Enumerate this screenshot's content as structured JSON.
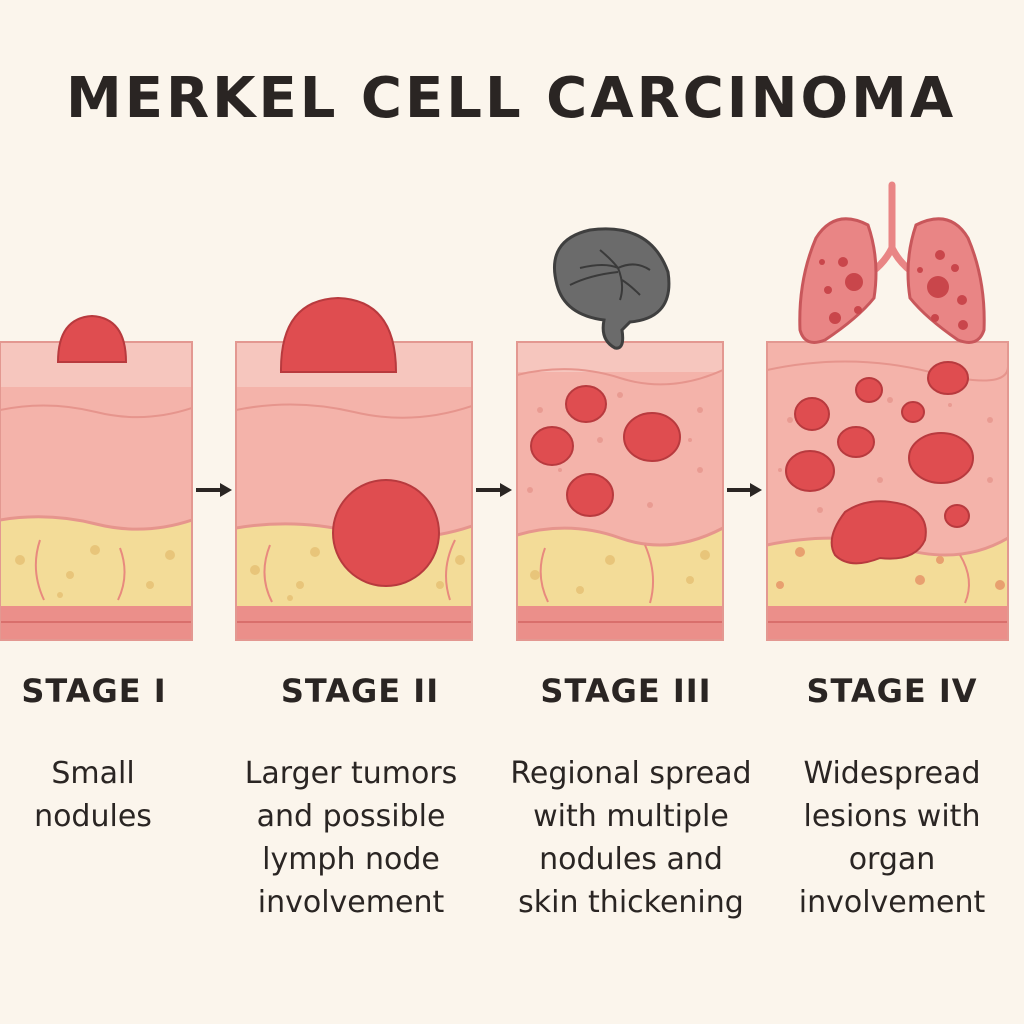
{
  "title": "MERKEL CELL CARCINOMA",
  "stages": [
    {
      "label": "STAGE I",
      "description": "Small\nnodules"
    },
    {
      "label": "STAGE II",
      "description": "Larger tumors\nand possible\nlymph node\ninvolvement"
    },
    {
      "label": "STAGE III",
      "description": "Regional spread\nwith multiple\nnodules and\nskin thickening"
    },
    {
      "label": "STAGE IV",
      "description": "Widespread\nlesions with\norgan\ninvolvement"
    }
  ],
  "colors": {
    "background": "#fbf5ec",
    "epidermis": "#f6c6be",
    "dermis": "#f4b3aa",
    "fat": "#f3dc98",
    "muscle": "#eb8f8a",
    "tumor": "#df4d50",
    "lymph_node": "#6b6b6b",
    "lung": "#e98585",
    "text": "#2a2523"
  }
}
